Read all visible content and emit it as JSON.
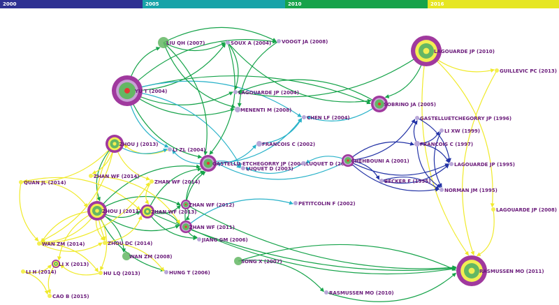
{
  "timeline": [
    {
      "year": "2000",
      "color": "#2e3192"
    },
    {
      "year": "2005",
      "color": "#17a3a8"
    },
    {
      "year": "2010",
      "color": "#16a34a"
    },
    {
      "year": "2016",
      "color": "#e6e623"
    }
  ],
  "colors": {
    "edge_blue": "#2333a6",
    "edge_teal": "#29b2c9",
    "edge_green": "#16a34a",
    "edge_yellow": "#f0ea2a",
    "ring_purple": "#a0399e",
    "node_green": "#64b764",
    "node_yellow": "#f3ee52",
    "label": "#6a1b7a"
  },
  "nodes": [
    {
      "id": "yu",
      "label": "YU T (2004)"
    },
    {
      "id": "liu",
      "label": "LIU QH (2007)"
    },
    {
      "id": "soux",
      "label": "SOUX A (2004)"
    },
    {
      "id": "voogt",
      "label": "VOOGT JA (2008)"
    },
    {
      "id": "lagourde04",
      "label": "LAGOUARDE JP (2004)"
    },
    {
      "id": "menenti",
      "label": "MENENTI M (2008)"
    },
    {
      "id": "chenlf",
      "label": "CHEN LF (2004)"
    },
    {
      "id": "francois02",
      "label": "FRANCOIS C (2002)"
    },
    {
      "id": "lizl",
      "label": "LI ZL (2004)"
    },
    {
      "id": "gastellu04",
      "label": "GASTELLU-ETCHEGORRY JP (2004)"
    },
    {
      "id": "luquet03",
      "label": "LUQUET D (2003)"
    },
    {
      "id": "luquet04",
      "label": "LUQUET D (2004)"
    },
    {
      "id": "chehbouni",
      "label": "CHEHBOUNI A (2001)"
    },
    {
      "id": "sobrino",
      "label": "SOBRINO JA (2005)"
    },
    {
      "id": "lagourde10",
      "label": "LAGOUARDE JP (2010)"
    },
    {
      "id": "guillevic",
      "label": "GUILLEVIC PC (2013)"
    },
    {
      "id": "gastellu96",
      "label": "GASTELLUETCHEGORRY JP (1996)"
    },
    {
      "id": "lixw",
      "label": "LI XW (1999)"
    },
    {
      "id": "francois97",
      "label": "FRANCOIS C (1997)"
    },
    {
      "id": "lagourde95",
      "label": "LAGOUARDE JP (1995)"
    },
    {
      "id": "becker",
      "label": "BECKER F (1995)"
    },
    {
      "id": "norman",
      "label": "NORMAN JM (1995)"
    },
    {
      "id": "lagourde08",
      "label": "LAGOUARDE JP (2008)"
    },
    {
      "id": "zhouj13",
      "label": "ZHOU J (2013)"
    },
    {
      "id": "zhanwf14a",
      "label": "ZHAN WF (2014)"
    },
    {
      "id": "zhanwf14b",
      "label": "ZHAN WF (2014)"
    },
    {
      "id": "quan",
      "label": "QUAN JL (2014)"
    },
    {
      "id": "zhouj11",
      "label": "ZHOU J (2011)"
    },
    {
      "id": "zhanwf13",
      "label": "ZHAN WF (2013)"
    },
    {
      "id": "zhanwf12",
      "label": "ZHAN WF (2012)"
    },
    {
      "id": "zhanwf11",
      "label": "ZHAN WF (2011)"
    },
    {
      "id": "petitcolin",
      "label": "PETITCOLIN F (2002)"
    },
    {
      "id": "jiang",
      "label": "JIANG GM (2006)"
    },
    {
      "id": "wanzm14",
      "label": "WAN ZM (2014)"
    },
    {
      "id": "zhoudc",
      "label": "ZHOU DC (2014)"
    },
    {
      "id": "wanzm08",
      "label": "WAN ZM (2008)"
    },
    {
      "id": "lix",
      "label": "LI X (2013)"
    },
    {
      "id": "lih",
      "label": "LI H (2014)"
    },
    {
      "id": "hulq",
      "label": "HU LQ (2013)"
    },
    {
      "id": "hung",
      "label": "HUNG T (2006)"
    },
    {
      "id": "caob",
      "label": "CAO B (2015)"
    },
    {
      "id": "songx",
      "label": "SONG X (2007)"
    },
    {
      "id": "rasmussen10",
      "label": "RASMUSSEN MO (2010)"
    },
    {
      "id": "rasmussen11",
      "label": "RASMUSSEN MO (2011)"
    }
  ],
  "edges": [
    [
      "yu",
      "liu",
      "green"
    ],
    [
      "yu",
      "soux",
      "green"
    ],
    [
      "yu",
      "voogt",
      "green"
    ],
    [
      "yu",
      "lagourde04",
      "green"
    ],
    [
      "yu",
      "sobrino",
      "green"
    ],
    [
      "yu",
      "menenti",
      "green"
    ],
    [
      "yu",
      "chenlf",
      "teal"
    ],
    [
      "yu",
      "lizl",
      "teal"
    ],
    [
      "yu",
      "luquet03",
      "teal"
    ],
    [
      "yu",
      "gastellu04",
      "green"
    ],
    [
      "liu",
      "voogt",
      "green"
    ],
    [
      "liu",
      "soux",
      "green"
    ],
    [
      "liu",
      "gastellu04",
      "green"
    ],
    [
      "liu",
      "menenti",
      "green"
    ],
    [
      "soux",
      "lagourde04",
      "green"
    ],
    [
      "soux",
      "sobrino",
      "green"
    ],
    [
      "soux",
      "gastellu04",
      "green"
    ],
    [
      "voogt",
      "menenti",
      "green"
    ],
    [
      "lagourde10",
      "lagourde04",
      "green"
    ],
    [
      "lagourde10",
      "guillevic",
      "yellow"
    ],
    [
      "lagourde10",
      "sobrino",
      "green"
    ],
    [
      "lagourde10",
      "rasmussen11",
      "yellow"
    ],
    [
      "lagourde10",
      "lagourde08",
      "yellow"
    ],
    [
      "guillevic",
      "rasmussen11",
      "yellow"
    ],
    [
      "lagourde08",
      "rasmussen11",
      "yellow"
    ],
    [
      "sobrino",
      "lagourde04",
      "green"
    ],
    [
      "sobrino",
      "chenlf",
      "teal"
    ],
    [
      "chehbouni",
      "luquet04",
      "teal"
    ],
    [
      "chehbouni",
      "gastellu04",
      "teal"
    ],
    [
      "chehbouni",
      "gastellu96",
      "blue"
    ],
    [
      "chehbouni",
      "francois97",
      "blue"
    ],
    [
      "chehbouni",
      "lagourde95",
      "blue"
    ],
    [
      "chehbouni",
      "becker",
      "blue"
    ],
    [
      "chehbouni",
      "norman",
      "blue"
    ],
    [
      "francois97",
      "gastellu96",
      "blue"
    ],
    [
      "francois97",
      "lixw",
      "blue"
    ],
    [
      "francois97",
      "lagourde95",
      "blue"
    ],
    [
      "francois97",
      "norman",
      "blue"
    ],
    [
      "becker",
      "norman",
      "blue"
    ],
    [
      "becker",
      "lagourde95",
      "blue"
    ],
    [
      "gastellu96",
      "lagourde95",
      "blue"
    ],
    [
      "lixw",
      "norman",
      "blue"
    ],
    [
      "gastellu04",
      "luquet03",
      "teal"
    ],
    [
      "gastellu04",
      "francois02",
      "teal"
    ],
    [
      "gastellu04",
      "lizl",
      "teal"
    ],
    [
      "gastellu04",
      "chenlf",
      "teal"
    ],
    [
      "luquet04",
      "luquet03",
      "teal"
    ],
    [
      "francois02",
      "chenlf",
      "teal"
    ],
    [
      "lizl",
      "zhouj13",
      "yellow"
    ],
    [
      "zhouj13",
      "zhouj11",
      "green"
    ],
    [
      "zhouj13",
      "zhanwf14a",
      "yellow"
    ],
    [
      "zhouj13",
      "zhanwf14b",
      "yellow"
    ],
    [
      "zhouj13",
      "quan",
      "yellow"
    ],
    [
      "zhouj13",
      "zhoudc",
      "yellow"
    ],
    [
      "zhouj13",
      "wanzm14",
      "yellow"
    ],
    [
      "zhouj13",
      "lizl",
      "teal"
    ],
    [
      "quan",
      "zhouj11",
      "yellow"
    ],
    [
      "quan",
      "wanzm14",
      "yellow"
    ],
    [
      "quan",
      "zhanwf13",
      "yellow"
    ],
    [
      "zhouj11",
      "zhanwf13",
      "green"
    ],
    [
      "zhouj11",
      "zhanwf12",
      "green"
    ],
    [
      "zhouj11",
      "zhanwf11",
      "green"
    ],
    [
      "zhouj11",
      "wanzm08",
      "green"
    ],
    [
      "zhouj11",
      "hung",
      "green"
    ],
    [
      "zhouj11",
      "gastellu04",
      "green"
    ],
    [
      "zhouj11",
      "zhoudc",
      "yellow"
    ],
    [
      "zhouj11",
      "hulq",
      "yellow"
    ],
    [
      "zhouj11",
      "lix",
      "yellow"
    ],
    [
      "zhouj11",
      "wanzm14",
      "yellow"
    ],
    [
      "zhanwf13",
      "zhanwf12",
      "green"
    ],
    [
      "zhanwf13",
      "zhanwf11",
      "green"
    ],
    [
      "zhanwf13",
      "jiang",
      "green"
    ],
    [
      "zhanwf13",
      "gastellu04",
      "green"
    ],
    [
      "zhanwf13",
      "rasmussen11",
      "green"
    ],
    [
      "zhanwf12",
      "zhanwf11",
      "green"
    ],
    [
      "zhanwf12",
      "rasmussen11",
      "green"
    ],
    [
      "zhanwf12",
      "gastellu04",
      "green"
    ],
    [
      "zhanwf11",
      "jiang",
      "green"
    ],
    [
      "zhanwf11",
      "gastellu04",
      "green"
    ],
    [
      "zhanwf11",
      "rasmussen11",
      "green"
    ],
    [
      "zhanwf11",
      "petitcolin",
      "teal"
    ],
    [
      "wanzm14",
      "zhoudc",
      "yellow"
    ],
    [
      "wanzm14",
      "hulq",
      "yellow"
    ],
    [
      "wanzm14",
      "zhanwf14b",
      "yellow"
    ],
    [
      "zhoudc",
      "hung",
      "yellow"
    ],
    [
      "zhoudc",
      "zhanwf13",
      "yellow"
    ],
    [
      "hulq",
      "lix",
      "yellow"
    ],
    [
      "lih",
      "lix",
      "yellow"
    ],
    [
      "lih",
      "caob",
      "yellow"
    ],
    [
      "lix",
      "caob",
      "yellow"
    ],
    [
      "songx",
      "rasmussen10",
      "green"
    ],
    [
      "rasmussen10",
      "rasmussen11",
      "green"
    ],
    [
      "songx",
      "rasmussen11",
      "green"
    ],
    [
      "zhanwf14b",
      "zhanwf13",
      "yellow"
    ],
    [
      "zhanwf14a",
      "zhanwf11",
      "yellow"
    ],
    [
      "zhouj11",
      "wanzm14",
      "yellow"
    ]
  ]
}
